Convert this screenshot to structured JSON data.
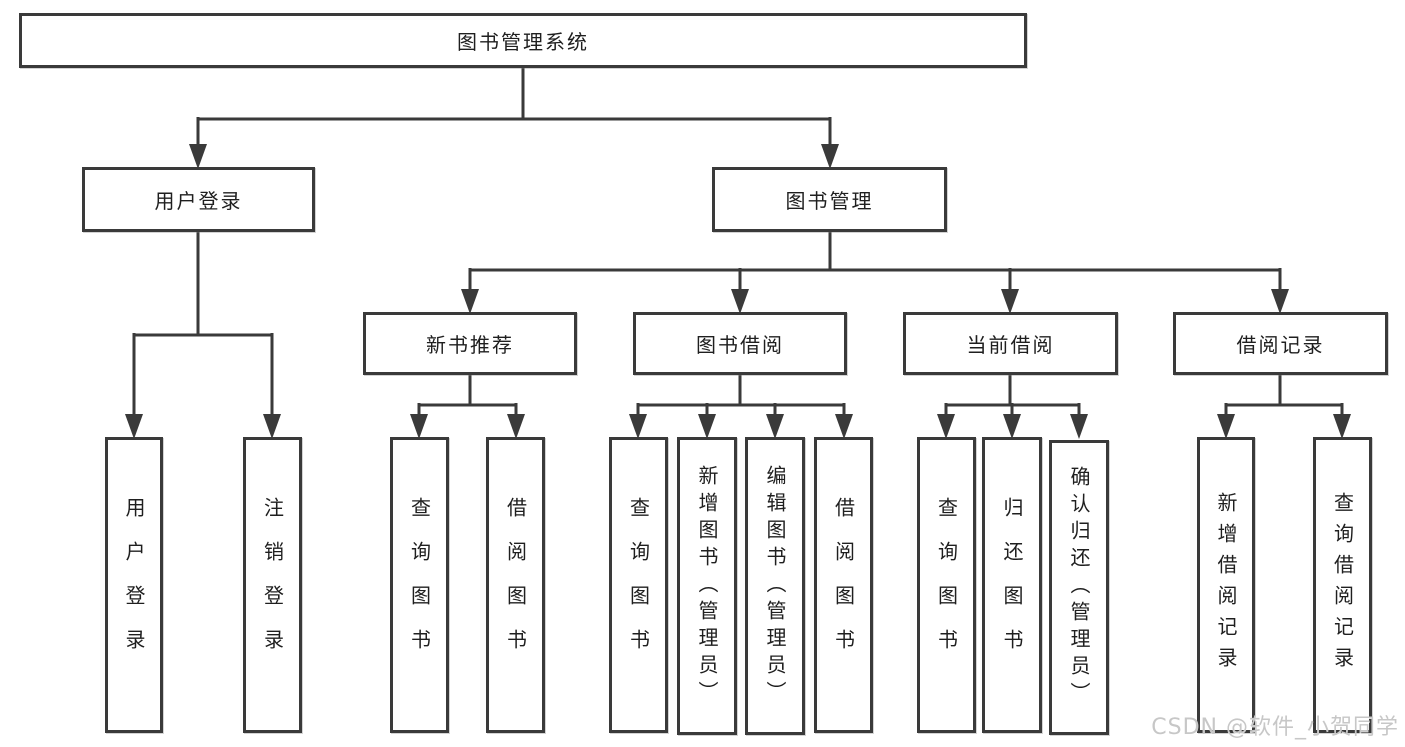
{
  "diagram": {
    "root": {
      "label": "图书管理系统"
    },
    "branches": [
      {
        "label": "用户登录",
        "children": [
          {
            "label": "用户登录"
          },
          {
            "label": "注销登录"
          }
        ]
      },
      {
        "label": "图书管理",
        "children": [
          {
            "label": "新书推荐",
            "children": [
              {
                "label": "查询图书"
              },
              {
                "label": "借阅图书"
              }
            ]
          },
          {
            "label": "图书借阅",
            "children": [
              {
                "label": "查询图书"
              },
              {
                "label": "新增图书（管理员）"
              },
              {
                "label": "编辑图书（管理员）"
              },
              {
                "label": "借阅图书"
              }
            ]
          },
          {
            "label": "当前借阅",
            "children": [
              {
                "label": "查询图书"
              },
              {
                "label": "归还图书"
              },
              {
                "label": "确认归还（管理员）"
              }
            ]
          },
          {
            "label": "借阅记录",
            "children": [
              {
                "label": "新增借阅记录"
              },
              {
                "label": "查询借阅记录"
              }
            ]
          }
        ]
      }
    ]
  },
  "watermark": {
    "text": "CSDN @软件_小贺同学"
  },
  "colors": {
    "line": "#3a3a3a",
    "text": "#1f1f1f",
    "watermark": "#c7c7c7",
    "background": "#ffffff"
  }
}
